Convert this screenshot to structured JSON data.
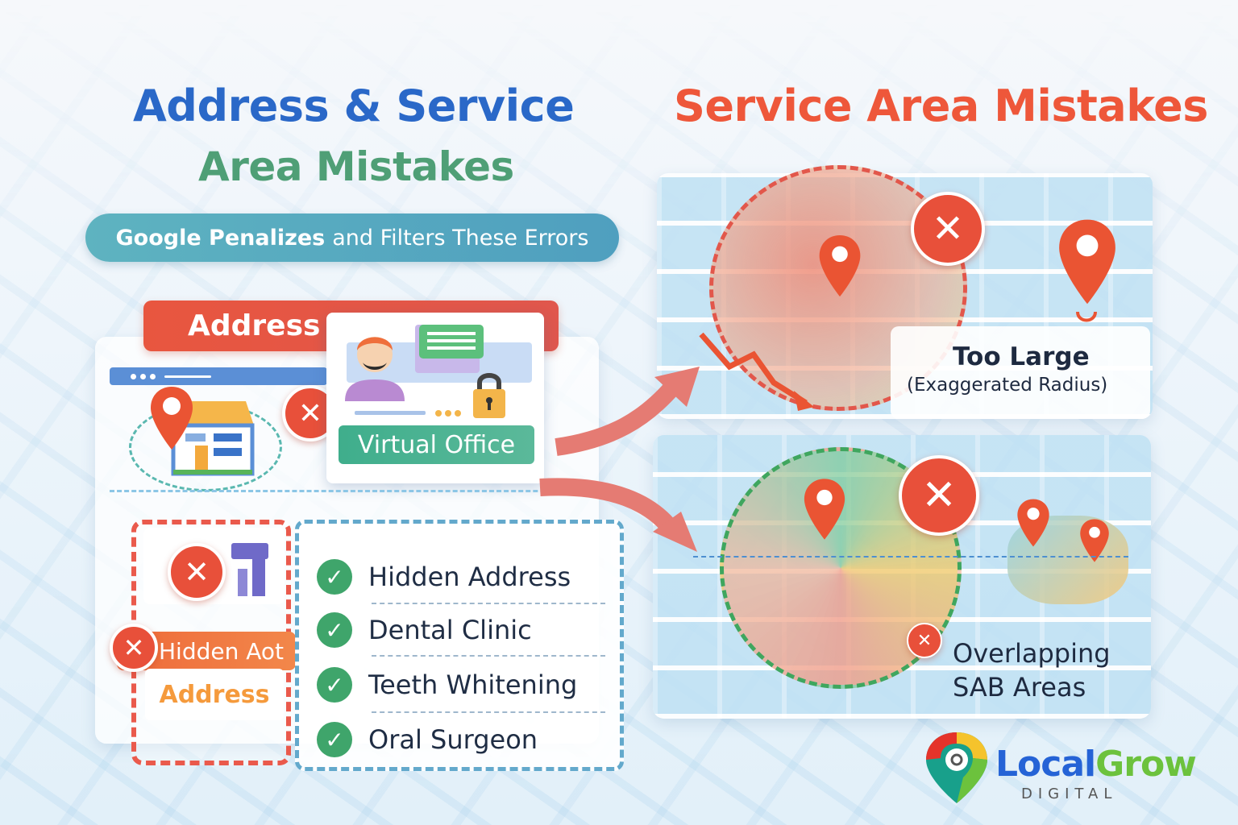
{
  "header": {
    "left_title_line1": "Address & Service",
    "left_title_line2": "Area Mistakes",
    "right_title": "Service Area Mistakes",
    "banner_bold": "Google Penalizes",
    "banner_rest": "and Filters These Errors"
  },
  "address_section": {
    "banner_label": "Address",
    "virtual_office_label": "Virtual Office",
    "hidden_tag_label": "Hidden Aot",
    "address_tag_label": "Address"
  },
  "checklist": {
    "items": [
      {
        "label": "Hidden Address",
        "icon": "check-icon"
      },
      {
        "label": "Dental Clinic",
        "icon": "check-icon"
      },
      {
        "label": "Teeth Whitening",
        "icon": "check-icon"
      },
      {
        "label": "Oral Surgeon",
        "icon": "check-icon"
      }
    ]
  },
  "service_area": {
    "too_large": {
      "title": "Too Large",
      "subtitle": "(Exaggerated Radius)"
    },
    "overlapping": {
      "line1": "Overlapping",
      "line2": "SAB Areas"
    }
  },
  "icons": {
    "x": "✕",
    "check": "✓"
  },
  "logo": {
    "word1": "Local",
    "word2": "Grow",
    "subtitle": "DIGITAL"
  },
  "colors": {
    "title_blue": "#2a68c8",
    "title_green": "#4f9f76",
    "title_red": "#ee573a",
    "error_red": "#e8503a",
    "check_green": "#3fa56b",
    "banner_teal": "#5eb3c0"
  }
}
